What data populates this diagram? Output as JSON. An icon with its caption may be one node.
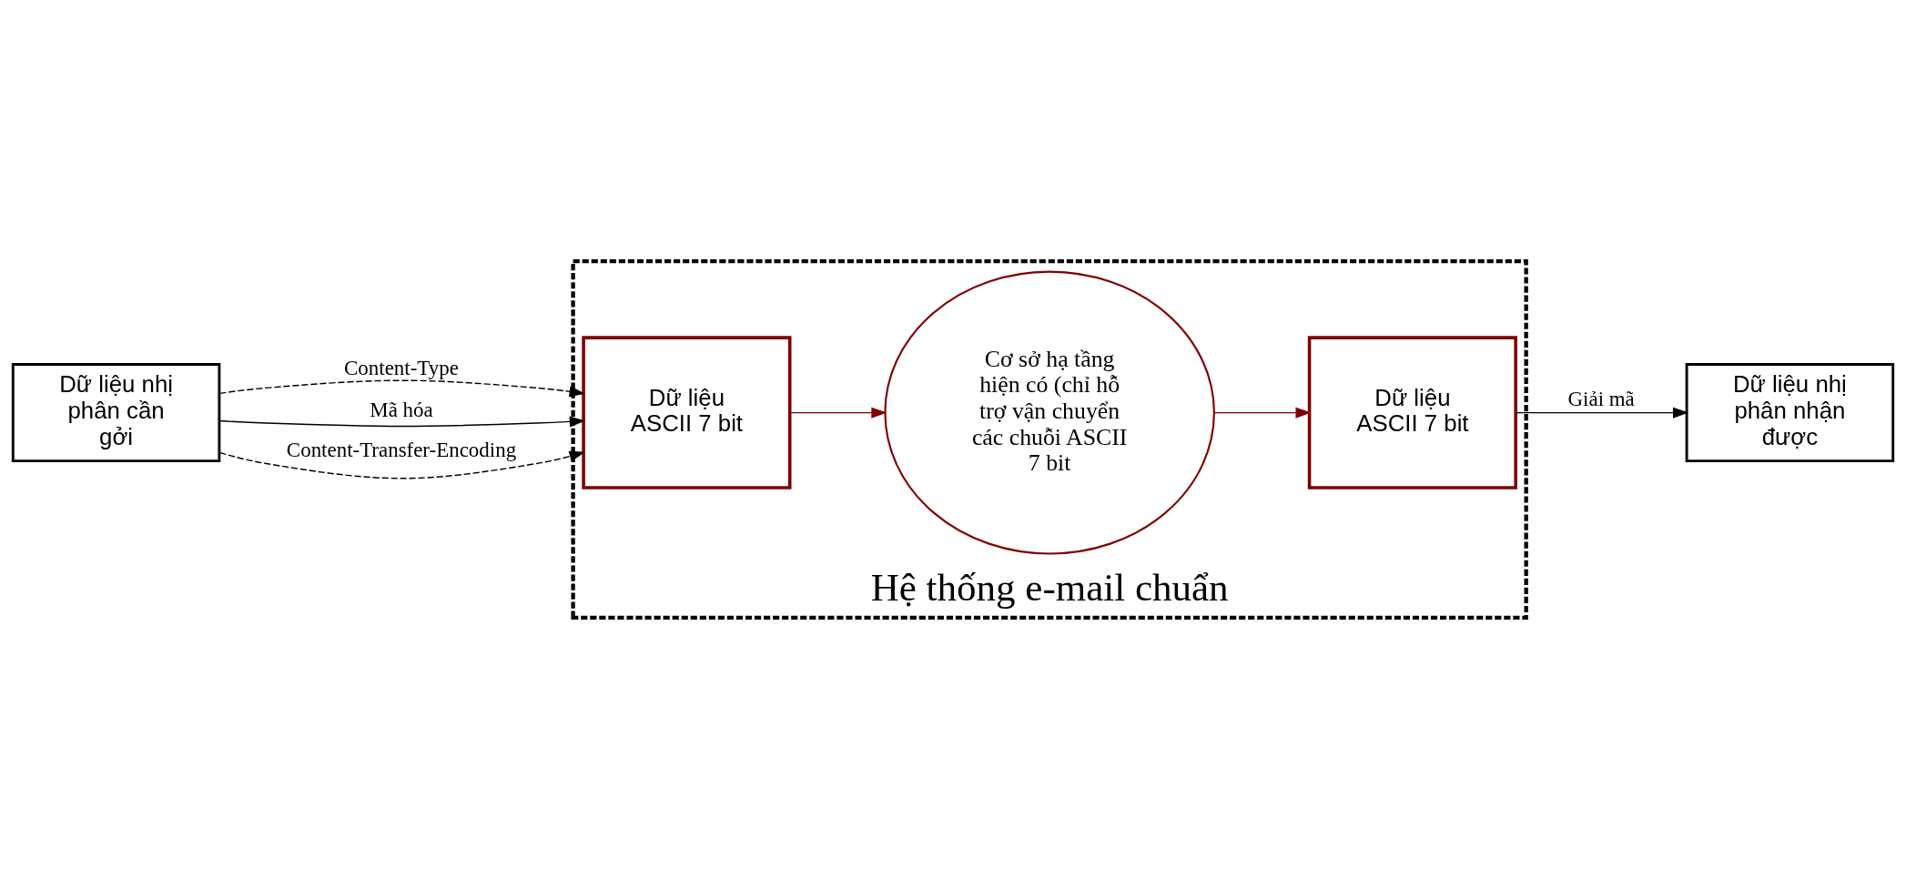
{
  "diagram": {
    "nodes": [
      {
        "text": [
          "Hệ thống e-mail chuẩn"
        ]
      },
      {
        "text": [
          "Dữ liệu nhị phân cần gởi"
        ]
      },
      {
        "text": [
          "Dữ liệu ASCII 7 bit"
        ],
        "in": 0
      },
      {
        "text": [
          "Cơ sở hạ tầng hiện có (chỉ hỗ trợ vận chuyển các chuỗi ASCII 7 bit"
        ],
        "in": 0
      },
      {
        "text": [
          "Dữ liệu ASCII 7 bit"
        ],
        "in": 0
      },
      {
        "text": [
          "Dữ liệu nhị phân nhận được"
        ]
      }
    ],
    "edges": [
      {
        "from": 1,
        "to": 2,
        "arrow": "to",
        "label": "Content-Type",
        "style": "dashed"
      },
      {
        "from": 1,
        "to": 2,
        "arrow": "to",
        "label": "Mã hóa"
      },
      {
        "from": 1,
        "to": 2,
        "arrow": "to",
        "label": "Content-Transfer-Encoding",
        "style": "dashed"
      },
      {
        "from": 2,
        "to": 3,
        "arrow": "to",
        "color": "#800000"
      },
      {
        "from": 3,
        "to": 4,
        "arrow": "to",
        "color": "#800000"
      },
      {
        "from": 4,
        "to": 5,
        "arrow": "to",
        "label": "Giải mã"
      }
    ]
  }
}
